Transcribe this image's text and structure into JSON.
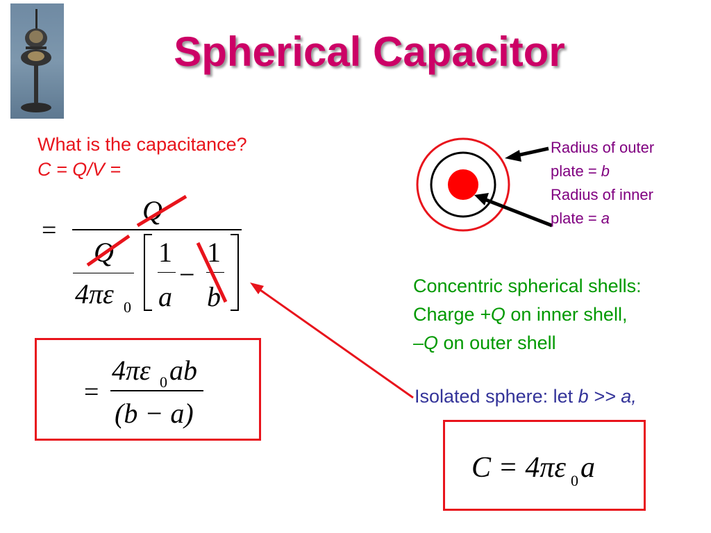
{
  "slide": {
    "title": "Spherical Capacitor",
    "question_line1": "What is the capacitance?",
    "question_line2": "C = Q/V =",
    "diagram_label": {
      "outer_prefix": "Radius of outer",
      "outer_eq": "plate = ",
      "outer_var": "b",
      "inner_prefix": "Radius of inner",
      "inner_eq": "plate = ",
      "inner_var": "a"
    },
    "concentric": {
      "line1": "Concentric spherical shells:",
      "line2_pre": "Charge ",
      "line2_var": "+Q",
      "line2_post": " on inner shell,",
      "line3_var": "–Q",
      "line3_post": " on outer shell"
    },
    "isolated": {
      "pre": "Isolated sphere: let ",
      "var": "b >> a,"
    },
    "formula1": {
      "equals": "=",
      "top_Q": "Q",
      "inner_Q": "Q",
      "four_pi": "4πε",
      "sub0": "0",
      "one_a": "1",
      "a": "a",
      "minus": "−",
      "one_b": "1",
      "b": "b"
    },
    "formula2": {
      "equals": "=",
      "num": "4πε",
      "sub0": "0",
      "num_tail": "ab",
      "den": "(b − a)"
    },
    "formula3": {
      "C": "C",
      "equals": " = 4πε",
      "sub0": "0",
      "tail": "a"
    },
    "colors": {
      "title": "#cc0066",
      "red": "#e8141c",
      "green": "#009900",
      "purple": "#800080",
      "navy": "#333399"
    }
  }
}
